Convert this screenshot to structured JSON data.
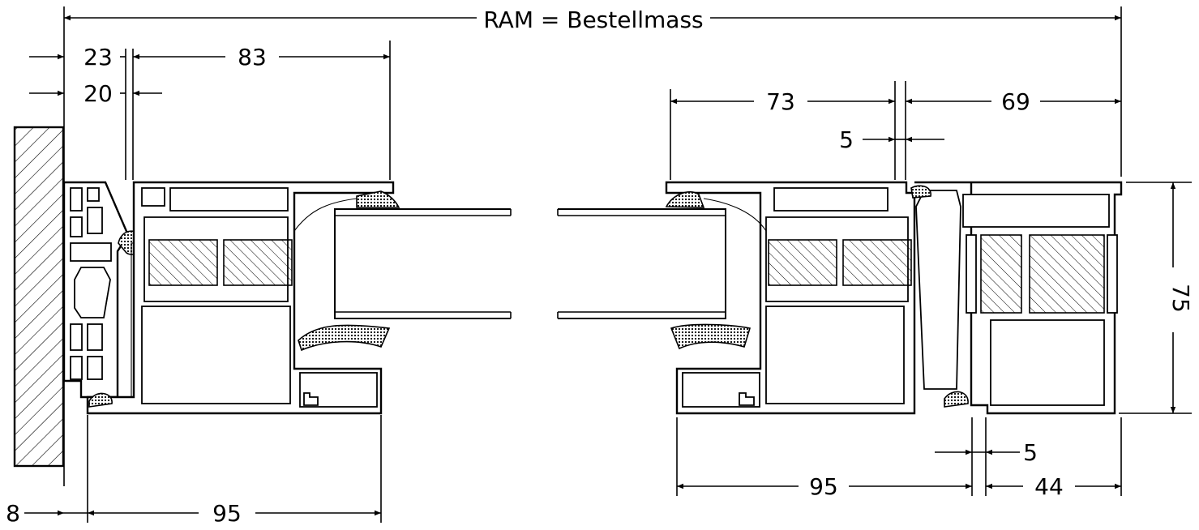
{
  "title": "RAM = Bestellmass",
  "dimensions": {
    "left_23": "23",
    "left_83": "83",
    "left_20": "20",
    "right_73": "73",
    "right_69": "69",
    "right_5_top": "5",
    "right_75": "75",
    "right_5_bottom": "5",
    "bottom_8": "8",
    "bottom_95_left": "95",
    "bottom_95_right": "95",
    "bottom_44": "44"
  }
}
